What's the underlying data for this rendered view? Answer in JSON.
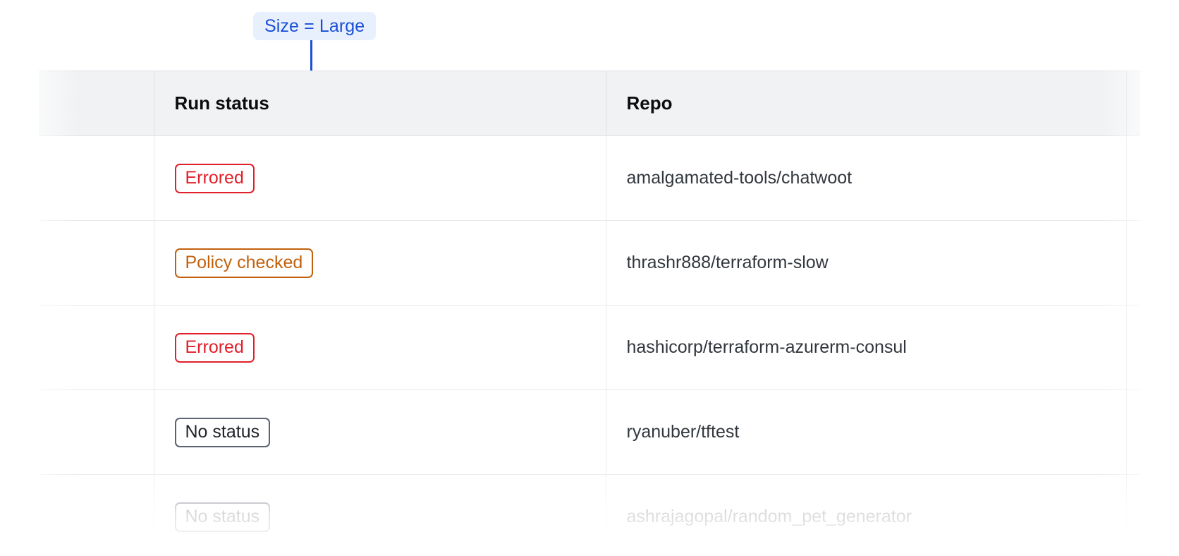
{
  "annotation": {
    "label": "Size = Large",
    "accent_color": "#1a4fd8",
    "pill_background": "#e9f0fd",
    "connector": "vertical-line-with-dot"
  },
  "table": {
    "columns": [
      {
        "key": "lead",
        "header": ""
      },
      {
        "key": "status",
        "header": "Run status"
      },
      {
        "key": "repo",
        "header": "Repo"
      },
      {
        "key": "trail",
        "header": ""
      }
    ],
    "header_background": "#f1f2f4",
    "rows": [
      {
        "status": "Errored",
        "status_variant": "errored",
        "status_color": "#e0202a",
        "repo": "amalgamated-tools/chatwoot",
        "faded": false
      },
      {
        "status": "Policy checked",
        "status_variant": "policy-checked",
        "status_color": "#c2600c",
        "repo": "thrashr888/terraform-slow",
        "faded": false
      },
      {
        "status": "Errored",
        "status_variant": "errored",
        "status_color": "#e0202a",
        "repo": "hashicorp/terraform-azurerm-consul",
        "faded": false
      },
      {
        "status": "No status",
        "status_variant": "no-status",
        "status_color": "#5b6270",
        "repo": "ryanuber/tftest",
        "faded": false
      },
      {
        "status": "No status",
        "status_variant": "no-status",
        "status_color": "#5b6270",
        "repo": "ashrajagopal/random_pet_generator",
        "faded": true
      }
    ]
  }
}
